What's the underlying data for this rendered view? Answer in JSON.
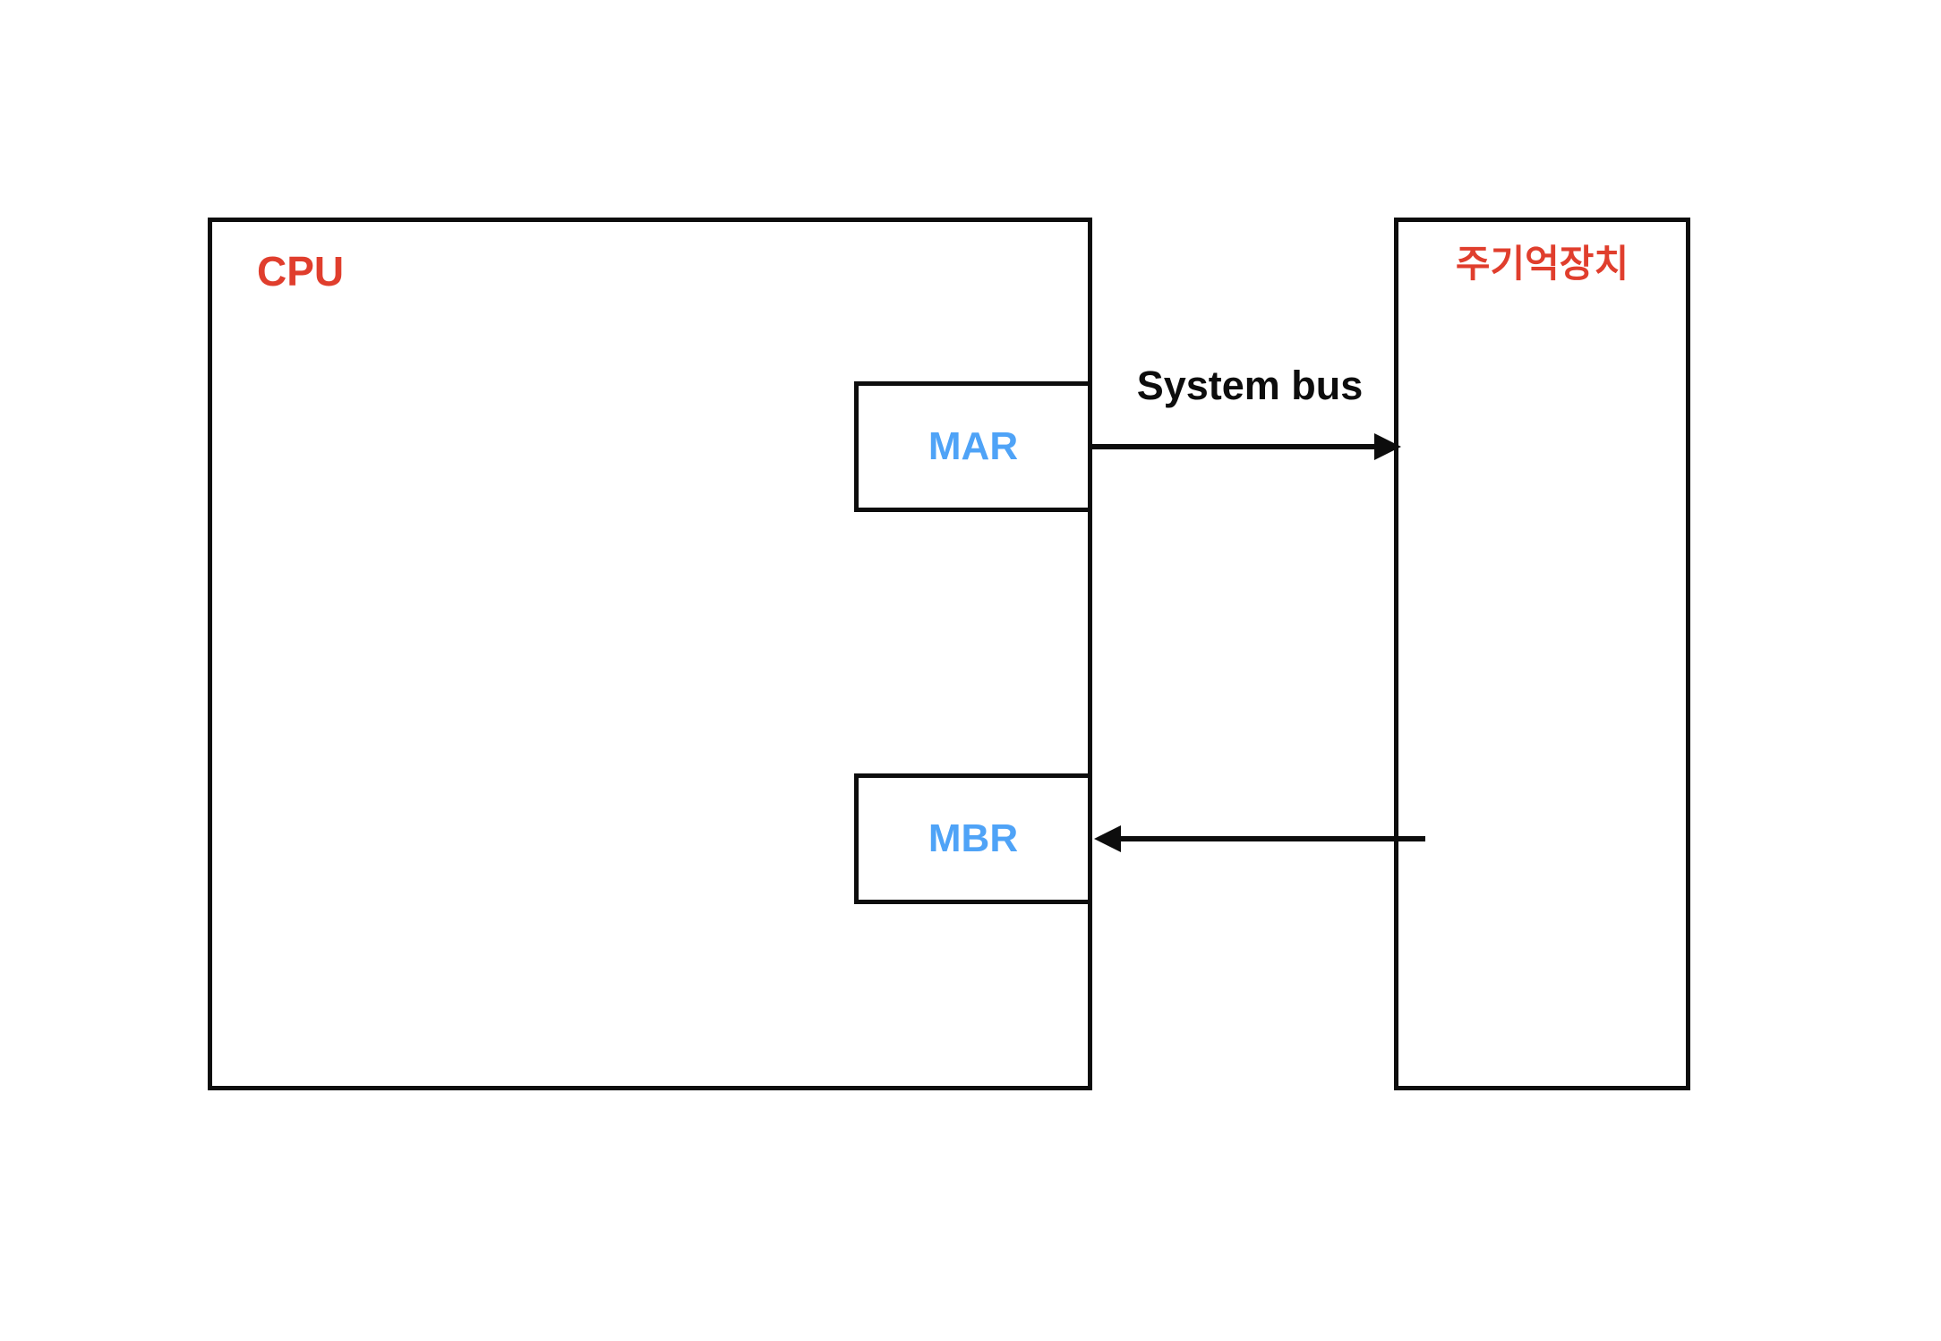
{
  "colors": {
    "background": "#FFFFFF",
    "label_red": "#E03E2D",
    "register_blue": "#4FA3F7",
    "line_black": "#0D0D0D"
  },
  "diagram": {
    "cpu_box": {
      "label": "CPU"
    },
    "mar_register": {
      "label": "MAR"
    },
    "mbr_register": {
      "label": "MBR"
    },
    "memory_box": {
      "label": "주기억장치"
    },
    "system_bus": {
      "label": "System bus"
    }
  }
}
